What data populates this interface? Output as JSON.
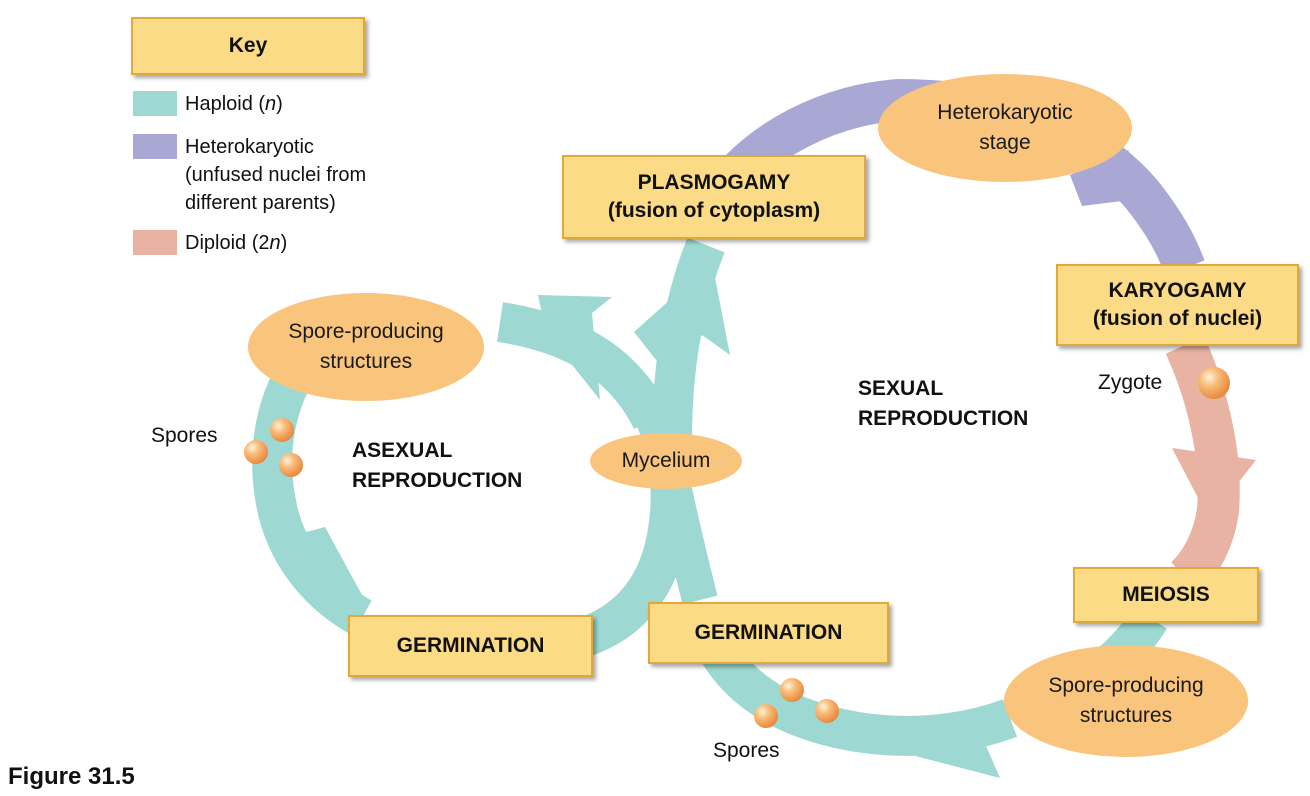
{
  "key": {
    "title": "Key",
    "items": [
      {
        "label": "Haploid (",
        "var": "n",
        "close": ")",
        "color": "#9dd9d2"
      },
      {
        "line1": "Heterokaryotic",
        "line2": "(unfused nuclei from",
        "line3": "different parents)",
        "color": "#a9a7d4"
      },
      {
        "label": "Diploid (2",
        "var": "n",
        "close": ")",
        "color": "#e8b3a2"
      }
    ]
  },
  "boxes": {
    "plasmogamy": {
      "line1": "PLASMOGAMY",
      "line2": "(fusion of cytoplasm)"
    },
    "karyogamy": {
      "line1": "KARYOGAMY",
      "line2": "(fusion of nuclei)"
    },
    "meiosis": "MEIOSIS",
    "germination_left": "GERMINATION",
    "germination_right": "GERMINATION"
  },
  "ellipses": {
    "heterokaryotic_stage": {
      "line1": "Heterokaryotic",
      "line2": "stage"
    },
    "spore_left": {
      "line1": "Spore-producing",
      "line2": "structures"
    },
    "mycelium": "Mycelium",
    "spore_right": {
      "line1": "Spore-producing",
      "line2": "structures"
    }
  },
  "labels": {
    "asexual": {
      "line1": "ASEXUAL",
      "line2": "REPRODUCTION"
    },
    "sexual": {
      "line1": "SEXUAL",
      "line2": "REPRODUCTION"
    },
    "zygote": "Zygote",
    "spores_left": "Spores",
    "spores_bottom": "Spores",
    "figure": "Figure 31.5"
  },
  "colors": {
    "haploid": "#9dd9d2",
    "heterokaryotic": "#a9a7d4",
    "diploid": "#e8b3a2",
    "box_fill": "#fcdb86",
    "ellipse_fill": "#f9c57c",
    "spore": "#f6a85a"
  }
}
